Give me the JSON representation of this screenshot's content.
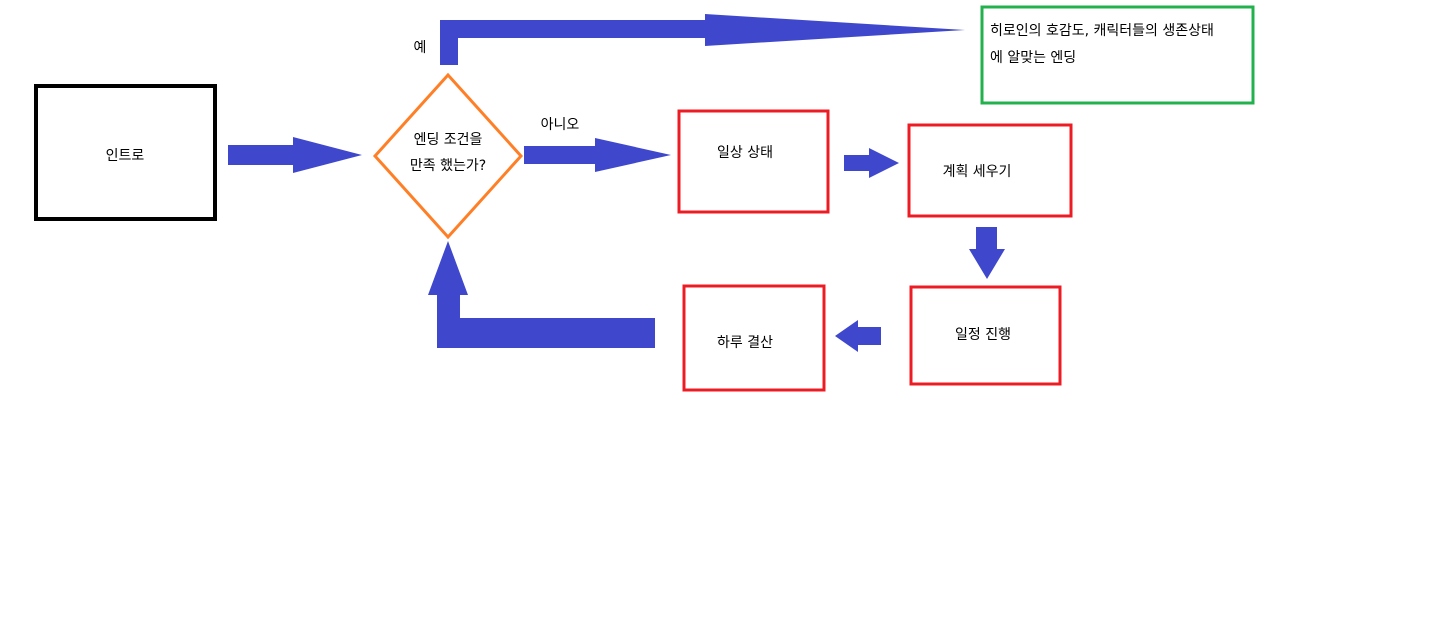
{
  "colors": {
    "arrow": "#3f48cc",
    "start_box": "#000000",
    "decision": "#ff7f27",
    "process_box": "#ed1c24",
    "ending_box": "#22b14c"
  },
  "nodes": {
    "intro": "인트로",
    "decision_line1": "엔딩 조건을",
    "decision_line2": "만족 했는가?",
    "daily": "일상 상태",
    "plan": "계획 세우기",
    "schedule": "일정 진행",
    "settlement": "하루 결산",
    "ending_line1": "히로인의 호감도, 캐릭터들의 생존상태",
    "ending_line2": "에 알맞는 엔딩"
  },
  "edges": {
    "yes": "예",
    "no": "아니오"
  }
}
